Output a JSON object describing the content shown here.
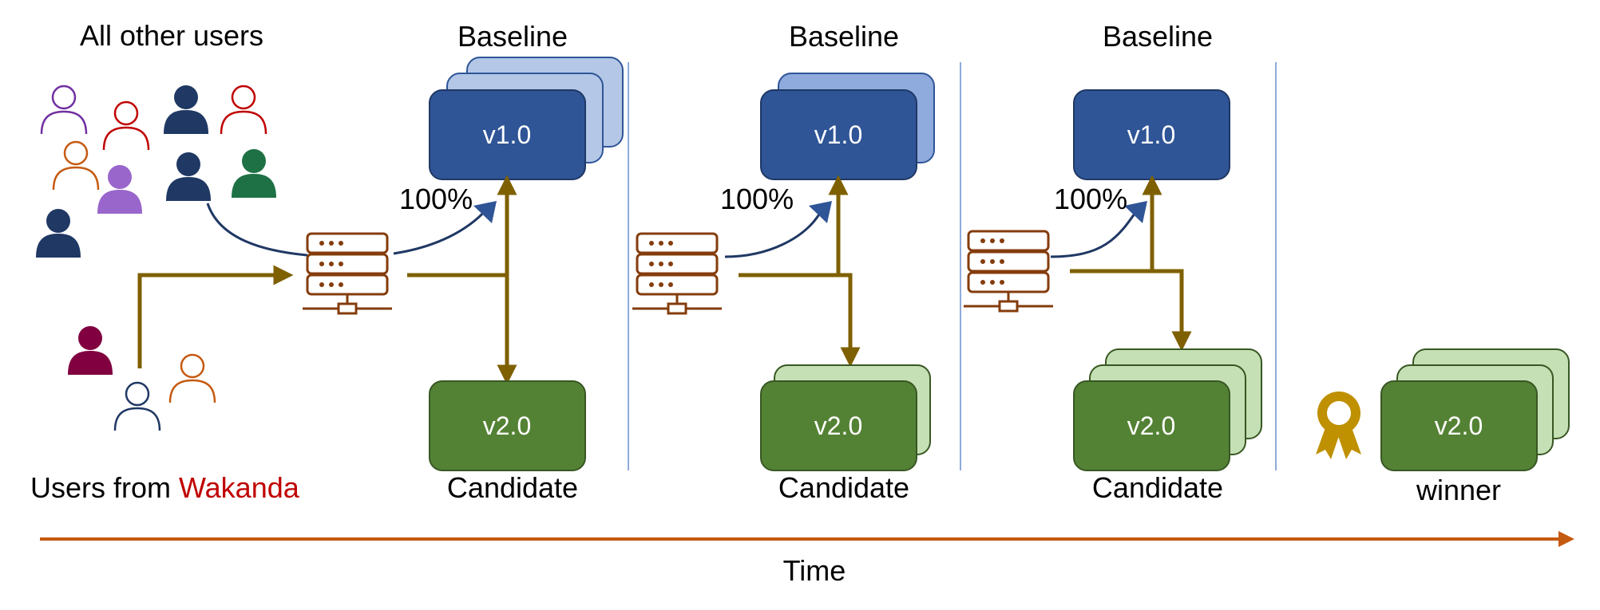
{
  "labels": {
    "all_users": "All other users",
    "users_from_prefix": "Users from ",
    "users_from_region": "Wakanda",
    "time": "Time"
  },
  "stages": [
    {
      "baseline_label": "Baseline",
      "baseline_version": "v1.0",
      "traffic_label": "100%",
      "candidate_version": "v2.0",
      "candidate_label": "Candidate"
    },
    {
      "baseline_label": "Baseline",
      "baseline_version": "v1.0",
      "traffic_label": "100%",
      "candidate_version": "v2.0",
      "candidate_label": "Candidate"
    },
    {
      "baseline_label": "Baseline",
      "baseline_version": "v1.0",
      "traffic_label": "100%",
      "candidate_version": "v2.0",
      "candidate_label": "Candidate"
    }
  ],
  "final": {
    "version": "v2.0",
    "label": "winner"
  },
  "colors": {
    "baseline_dark": "#2F5597",
    "baseline_light": "#B4C7E7",
    "baseline_mid": "#8FAADC",
    "candidate_dark": "#548235",
    "candidate_light": "#C5E0B4",
    "route_line": "#7F6000",
    "server": "#843C0C",
    "time_axis": "#C55A11",
    "highlight_text": "#C00000",
    "divider": "#8FAADC",
    "award": "#BF9000"
  },
  "icons": {
    "users": "user-silhouette-icon",
    "router": "server-rack-icon",
    "award": "award-ribbon-icon"
  }
}
